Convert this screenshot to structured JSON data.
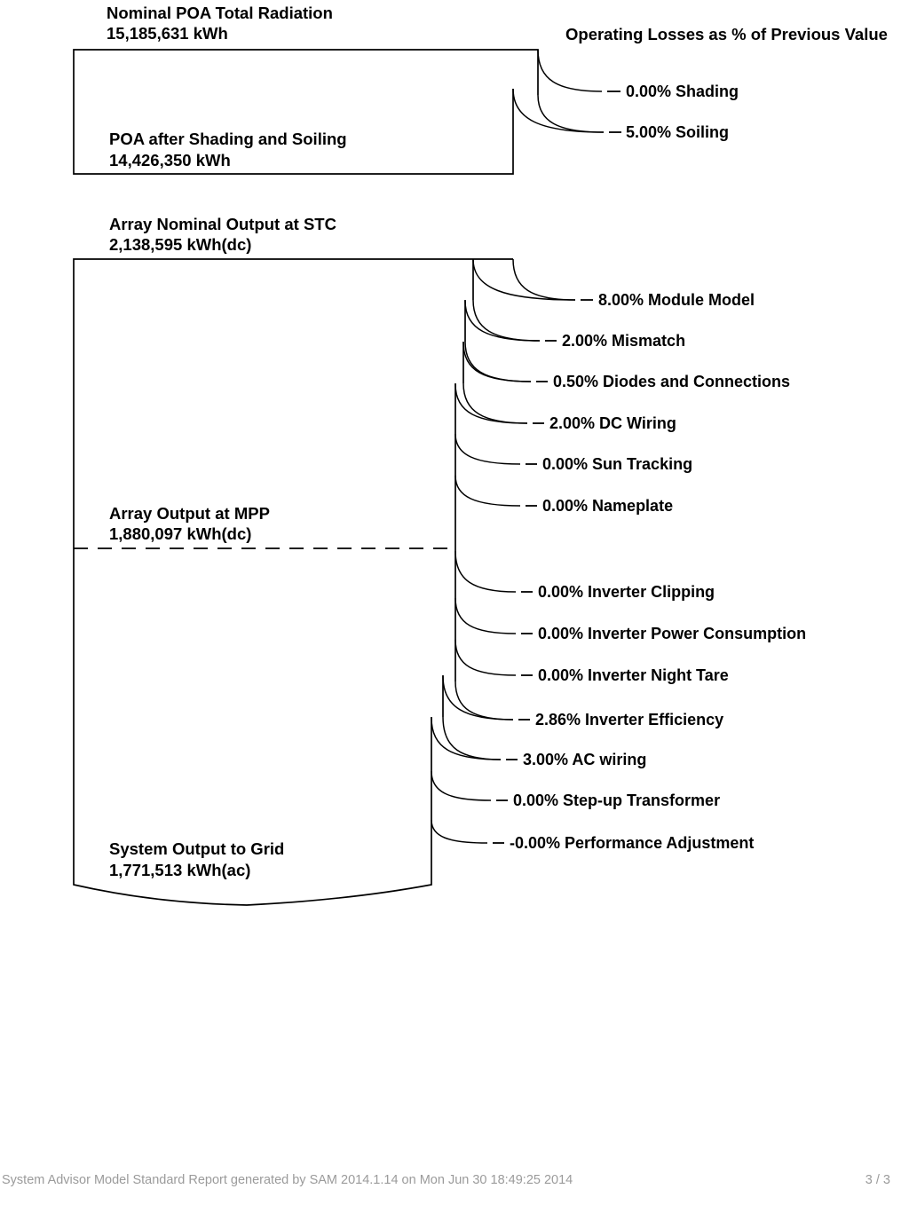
{
  "header": {
    "right_title": "Operating Losses as % of Previous Value"
  },
  "stages": [
    {
      "title": "Nominal POA Total Radiation",
      "value": "15,185,631 kWh"
    },
    {
      "title": "POA after Shading and Soiling",
      "value": "14,426,350 kWh"
    },
    {
      "title": "Array Nominal Output at STC",
      "value": "2,138,595 kWh(dc)"
    },
    {
      "title": "Array Output at MPP",
      "value": "1,880,097 kWh(dc)"
    },
    {
      "title": "System Output to Grid",
      "value": "1,771,513 kWh(ac)"
    }
  ],
  "losses": [
    {
      "label": "0.00% Shading"
    },
    {
      "label": "5.00% Soiling"
    },
    {
      "label": "8.00% Module Model"
    },
    {
      "label": "2.00% Mismatch"
    },
    {
      "label": "0.50% Diodes and Connections"
    },
    {
      "label": "2.00% DC Wiring"
    },
    {
      "label": "0.00% Sun Tracking"
    },
    {
      "label": "0.00% Nameplate"
    },
    {
      "label": "0.00% Inverter Clipping"
    },
    {
      "label": "0.00% Inverter Power Consumption"
    },
    {
      "label": "0.00% Inverter Night Tare"
    },
    {
      "label": "2.86% Inverter Efficiency"
    },
    {
      "label": "3.00% AC wiring"
    },
    {
      "label": "0.00% Step-up Transformer"
    },
    {
      "label": "-0.00% Performance Adjustment"
    }
  ],
  "footer": {
    "left": "System Advisor Model Standard Report generated by SAM 2014.1.14 on Mon Jun 30 18:49:25 2014",
    "right": "3 / 3"
  },
  "colors": {
    "line": "#000000",
    "text": "#000000",
    "footer_text": "#9b9b9b",
    "background": "#ffffff"
  }
}
